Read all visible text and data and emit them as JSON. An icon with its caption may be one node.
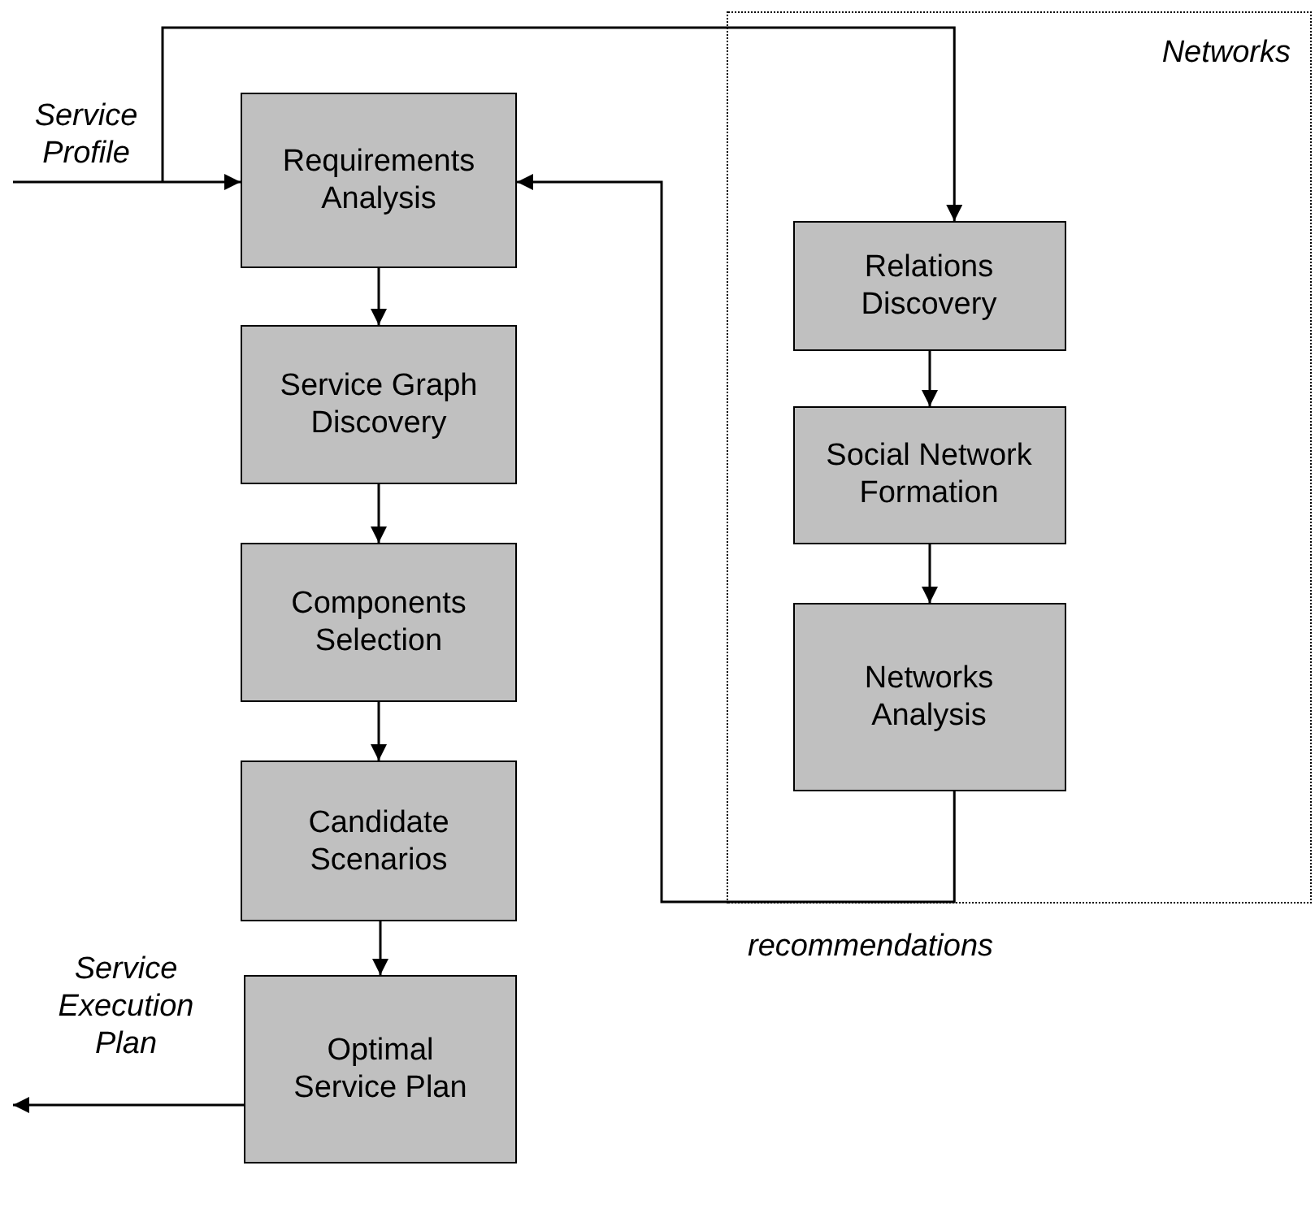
{
  "diagram": {
    "nodes": [
      {
        "text": [
          "Networks"
        ]
      },
      {
        "text": [
          "Requirements Analysis"
        ]
      },
      {
        "text": [
          "Service Graph Discovery"
        ]
      },
      {
        "text": [
          "Components Selection"
        ]
      },
      {
        "text": [
          "Candidate Scenarios"
        ]
      },
      {
        "text": [
          "Optimal Service Plan"
        ]
      },
      {
        "text": [
          "Relations Discovery"
        ],
        "in": 0
      },
      {
        "text": [
          "Social Network Formation"
        ],
        "in": 0
      },
      {
        "text": [
          "Networks Analysis"
        ],
        "in": 0
      }
    ],
    "edges": [
      {
        "from": null,
        "to": 1,
        "arrow": "to",
        "label": "Service Profile"
      },
      {
        "from": null,
        "to": 6,
        "arrow": "to"
      },
      {
        "from": 1,
        "to": 2,
        "arrow": "to"
      },
      {
        "from": 2,
        "to": 3,
        "arrow": "to"
      },
      {
        "from": 3,
        "to": 4,
        "arrow": "to"
      },
      {
        "from": 4,
        "to": 5,
        "arrow": "to"
      },
      {
        "from": 6,
        "to": 7,
        "arrow": "to"
      },
      {
        "from": 7,
        "to": 8,
        "arrow": "to"
      },
      {
        "from": 8,
        "to": 1,
        "arrow": "to",
        "label": "recommendations"
      },
      {
        "from": 5,
        "to": null,
        "arrow": "to",
        "label": "Service Execution Plan"
      }
    ]
  }
}
